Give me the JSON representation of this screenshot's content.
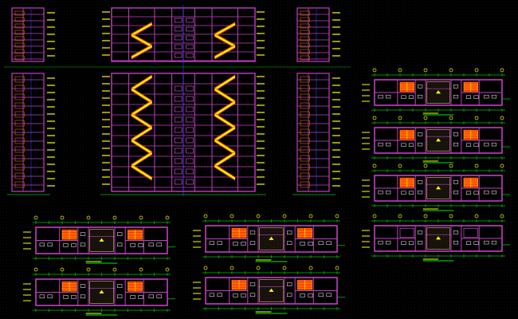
{
  "drawing": {
    "background": "#000000",
    "colors": {
      "wall": "#c040c0",
      "wall_bright": "#e060e0",
      "annotation": "#ffff00",
      "dimension": "#00c000",
      "grid": "#3030ff",
      "stair_red": "#ff2000",
      "stair_orange": "#ff8000",
      "stair_yellow": "#ffff00",
      "hatch": "#806040",
      "hatch_light": "#d0b080",
      "furniture": "#ffffff"
    }
  },
  "sections": [
    {
      "id": "section-left",
      "type": "narrow"
    },
    {
      "id": "section-main",
      "type": "stair"
    },
    {
      "id": "section-right",
      "type": "narrow"
    }
  ],
  "plans": [
    {
      "id": "plan-r1"
    },
    {
      "id": "plan-r2"
    },
    {
      "id": "plan-r3"
    },
    {
      "id": "plan-r4"
    },
    {
      "id": "plan-b1"
    },
    {
      "id": "plan-b2"
    },
    {
      "id": "plan-b3"
    },
    {
      "id": "plan-b4"
    }
  ]
}
